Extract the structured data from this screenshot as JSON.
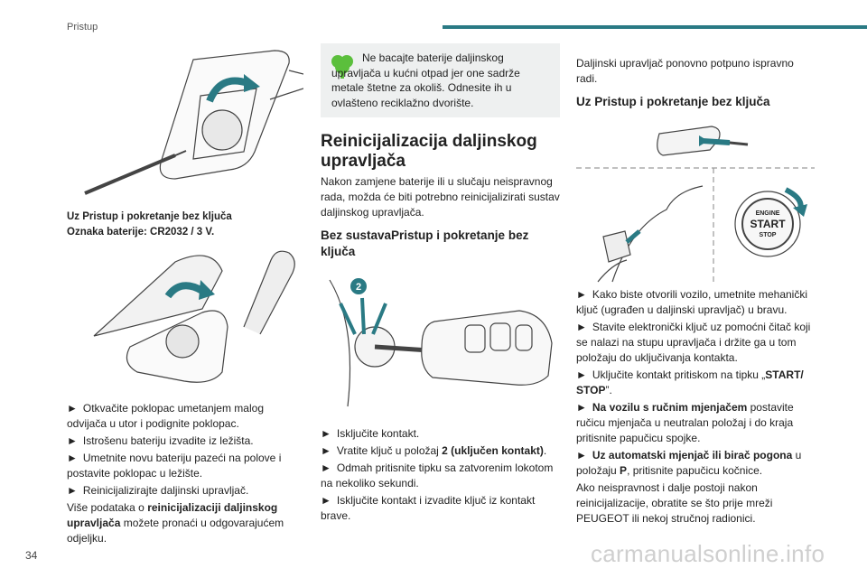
{
  "header": {
    "section": "Pristup"
  },
  "page_number": "34",
  "watermark": "carmanualsonline.info",
  "col1": {
    "caption_line1": "Uz Pristup i pokretanje bez ključa",
    "caption_line2": "Oznaka baterije: CR2032 / 3 V.",
    "bullets": [
      "Otkvačite poklopac umetanjem malog odvijača u utor i podignite poklopac.",
      "Istrošenu bateriju izvadite iz ležišta.",
      "Umetnite novu bateriju pazeći na polove i postavite poklopac u ležište.",
      "Reinicijalizirajte daljinski upravljač."
    ],
    "more_pre": "Više podataka o ",
    "more_bold": "reinicijalizaciji daljinskog upravljača",
    "more_post": " možete pronaći u odgovarajućem odjeljku."
  },
  "col2": {
    "note": "Ne bacajte baterije daljinskog upravljača u kućni otpad jer one sadrže metale štetne za okoliš. Odnesite ih u ovlašteno reciklažno dvorište.",
    "heading_line1": "Reinicijalizacija daljinskog",
    "heading_line2": "upravljača",
    "intro": "Nakon zamjene baterije ili u slučaju neispravnog rada, možda će biti potrebno reinicijalizirati sustav daljinskog upravljača.",
    "sub_line1": "Bez sustavaPristup i pokretanje bez",
    "sub_line2": "ključa",
    "fig_label": "2",
    "b1": "Isključite kontakt.",
    "b2_pre": "Vratite ključ u položaj ",
    "b2_bold": "2 (uključen kontakt)",
    "b2_post": ".",
    "b3": "Odmah pritisnite tipku sa zatvorenim lokotom na nekoliko sekundi.",
    "b4": "Isključite kontakt i izvadite ključ iz kontakt brave."
  },
  "col3": {
    "intro": "Daljinski upravljač ponovno potpuno ispravno radi.",
    "sub": "Uz Pristup i pokretanje bez ključa",
    "engine_l1": "ENGINE",
    "engine_l2": "START",
    "engine_l3": "STOP",
    "b1": "Kako biste otvorili vozilo, umetnite mehanički ključ (ugrađen u daljinski upravljač) u bravu.",
    "b2": "Stavite elektronički ključ uz pomoćni čitač koji se nalazi na stupu upravljača i držite ga u tom položaju do uključivanja kontakta.",
    "b3_pre": "Uključite kontakt pritiskom na tipku „",
    "b3_bold": "START/ STOP",
    "b3_post": "”.",
    "b4_bold": "Na vozilu s ručnim mjenjačem",
    "b4_post": " postavite ručicu mjenjača u neutralan položaj i do kraja pritisnite papučicu spojke.",
    "b5_bold": "Uz automatski mjenjač ili birač pogona",
    "b5_mid": " u položaju ",
    "b5_p": "P",
    "b5_post": ", pritisnite papučicu kočnice.",
    "closing": "Ako neispravnost i dalje postoji nakon reinicijalizacije, obratite se što prije mreži PEUGEOT ili nekoj stručnoj radionici."
  },
  "colors": {
    "accent": "#2a7a84",
    "arrow_teal": "#2a7a84",
    "note_bg": "#eef0f0",
    "leaf_green": "#5bbf3c"
  }
}
